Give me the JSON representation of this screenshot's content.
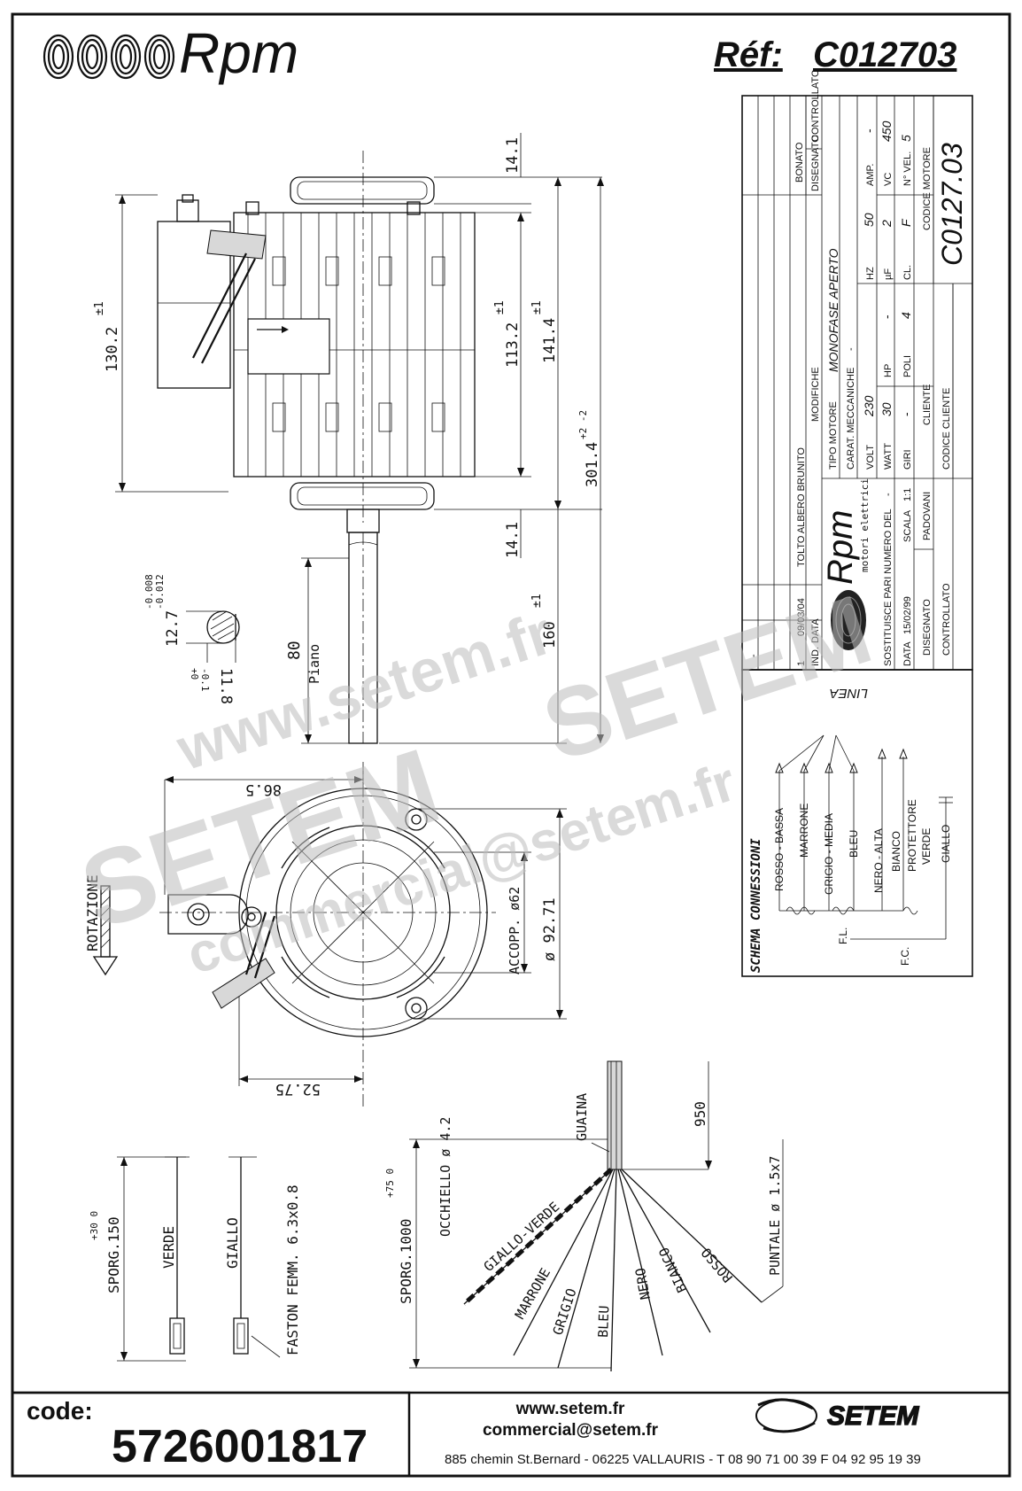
{
  "header": {
    "brand": "Rpm",
    "ref_label": "Réf:",
    "ref_value": "C012703"
  },
  "dimensions": {
    "height_130": "130.2",
    "tol_pm1": "±1",
    "d_14_1_top": "14.1",
    "d_113_2": "113.2",
    "d_141_4": "141.4",
    "d_301_4": "301.4",
    "tol_301": "+2 -2",
    "d_14_1_bot": "14.1",
    "d_160": "160",
    "d_80": "80",
    "piano": "Piano",
    "shaft_12_7": "12.7",
    "shaft_tol_top": "-0.008",
    "shaft_tol_bot": "-0.012",
    "shaft_11_8": "11.8",
    "shaft_11_8_tol_a": "-0.1",
    "shaft_11_8_tol_b": "+0",
    "d_86_5": "86.5",
    "accopp": "ACCOPP. ø62",
    "d_92_71": "ø 92.71",
    "d_52_75": "52.75",
    "rotazione": "ROTAZIONE"
  },
  "wires": {
    "sporg_150": "SPORG.150",
    "sporg_150_tol": "+30 0",
    "verde": "VERDE",
    "giallo": "GIALLO",
    "faston": "FASTON FEMM. 6.3x0.8",
    "sporg_1000": "SPORG.1000",
    "sporg_1000_tol": "+75 0",
    "occhiello": "OCCHIELLO ø 4.2",
    "guaina": "GUAINA",
    "d_950": "950",
    "puntale": "PUNTALE ø 1.5x7",
    "fan_labels": [
      "GIALLO-VERDE",
      "MARRONE",
      "GRIGIO",
      "BLEU",
      "NERO",
      "BIANCO",
      "ROSSO"
    ]
  },
  "title_block": {
    "modifiche": "MODIFICHE",
    "mod_row": "TOLTO ALBERO BRUNITO",
    "mod_num": "1",
    "mod_date": "09/03/04",
    "ind": "IND.",
    "data": "DATA",
    "bonato": "BONATO",
    "disegnato_h": "DISEGNATO",
    "controllato_h": "CONTROLLATO",
    "tipo_motore": "TIPO MOTORE",
    "tipo_value": "MONOFASE APERTO",
    "carat": "CARAT. MECCANICHE",
    "carat_val": "-",
    "volt": "VOLT",
    "volt_v": "230",
    "hz": "HZ",
    "hz_v": "50",
    "amp": "AMP.",
    "amp_v": "-",
    "watt": "WATT",
    "watt_v": "30",
    "hp": "HP",
    "hp_v": "-",
    "uf": "µF",
    "uf_v": "2",
    "vc": "VC",
    "vc_v": "450",
    "giri": "GIRI",
    "giri_v": "-",
    "poli": "POLI",
    "poli_v": "4",
    "cl": "CL.",
    "cl_v": "F",
    "nvel": "N° VEL.",
    "nvel_v": "5",
    "cliente": "CLIENTE",
    "codice_cliente": "CODICE CLIENTE",
    "codice_motore": "CODICE MOTORE",
    "codice_value": "C0127.03",
    "rpm_logo": "Rpm",
    "rpm_sub": "motori elettrici",
    "sostituisce": "SOSTITUISCE PARI NUMERO DEL",
    "sostituisce_v": "-",
    "data_l": "DATA",
    "data_v": "15/02/99",
    "scala": "SCALA",
    "scala_v": "1:1",
    "disegnato": "DISEGNATO",
    "disegnato_v": "PADOVANI",
    "controllato": "CONTROLLATO"
  },
  "schema": {
    "title": "SCHEMA CONNESSIONI",
    "linea": "LINEA",
    "labels": [
      "ROSSO - BASSA",
      "MARRONE",
      "GRIGIO - MEDIA",
      "BLEU",
      "NERO - ALTA",
      "BIANCO",
      "PROTETTORE",
      "VERDE",
      "GIALLO"
    ],
    "fl": "F.L.",
    "fc": "F.C."
  },
  "footer": {
    "code_label": "code:",
    "code_value": "5726001817",
    "web": "www.setem.fr",
    "email": "commercial@setem.fr",
    "address": "885 chemin St.Bernard  -  06225 VALLAURIS  -  T 08 90 71 00 39   F 04 92 95 19 39",
    "setem": "SETEM"
  },
  "watermark": {
    "w1": "www.setem.fr",
    "w2": "SETEM",
    "w3": "SETEM",
    "w4": "commercial@setem.fr"
  }
}
